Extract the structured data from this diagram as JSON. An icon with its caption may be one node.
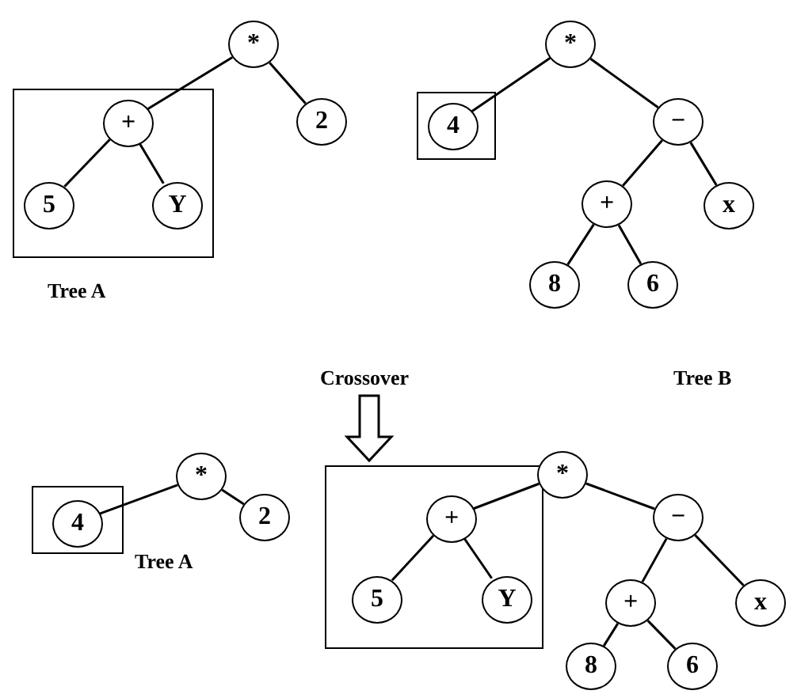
{
  "diagram": {
    "nodes": [
      {
        "text": [
          "*"
        ]
      },
      {
        "text": [],
        "shape": "box"
      },
      {
        "text": [
          "+"
        ],
        "in": 1
      },
      {
        "text": [
          "5"
        ],
        "in": 1
      },
      {
        "text": [
          "Y"
        ],
        "in": 1
      },
      {
        "text": [
          "2"
        ]
      },
      {
        "text": [
          "*"
        ]
      },
      {
        "text": [],
        "shape": "box"
      },
      {
        "text": [
          "4"
        ],
        "in": 7
      },
      {
        "text": [
          "−"
        ]
      },
      {
        "text": [
          "+"
        ]
      },
      {
        "text": [
          "x"
        ]
      },
      {
        "text": [
          "8"
        ]
      },
      {
        "text": [
          "6"
        ]
      },
      {
        "text": [
          "*"
        ]
      },
      {
        "text": [],
        "shape": "box"
      },
      {
        "text": [
          "4"
        ],
        "in": 15
      },
      {
        "text": [
          "2"
        ]
      },
      {
        "text": [
          "*"
        ]
      },
      {
        "text": [],
        "shape": "box"
      },
      {
        "text": [
          "+"
        ],
        "in": 19
      },
      {
        "text": [
          "5"
        ],
        "in": 19
      },
      {
        "text": [
          "Y"
        ],
        "in": 19
      },
      {
        "text": [
          "−"
        ]
      },
      {
        "text": [
          "+"
        ]
      },
      {
        "text": [
          "x"
        ]
      },
      {
        "text": [
          "8"
        ]
      },
      {
        "text": [
          "6"
        ]
      }
    ],
    "edges": [
      {
        "from": 0,
        "to": 2,
        "arrow": "none"
      },
      {
        "from": 0,
        "to": 5,
        "arrow": "none"
      },
      {
        "from": 2,
        "to": 3,
        "arrow": "none"
      },
      {
        "from": 2,
        "to": 4,
        "arrow": "none"
      },
      {
        "from": 6,
        "to": 8,
        "arrow": "none"
      },
      {
        "from": 6,
        "to": 9,
        "arrow": "none"
      },
      {
        "from": 9,
        "to": 10,
        "arrow": "none"
      },
      {
        "from": 9,
        "to": 11,
        "arrow": "none"
      },
      {
        "from": 10,
        "to": 12,
        "arrow": "none"
      },
      {
        "from": 10,
        "to": 13,
        "arrow": "none"
      },
      {
        "from": 14,
        "to": 16,
        "arrow": "none"
      },
      {
        "from": 14,
        "to": 17,
        "arrow": "none"
      },
      {
        "from": 18,
        "to": 20,
        "arrow": "none"
      },
      {
        "from": 18,
        "to": 23,
        "arrow": "none"
      },
      {
        "from": 20,
        "to": 21,
        "arrow": "none"
      },
      {
        "from": 20,
        "to": 22,
        "arrow": "none"
      },
      {
        "from": 23,
        "to": 24,
        "arrow": "none"
      },
      {
        "from": 23,
        "to": 25,
        "arrow": "none"
      },
      {
        "from": 24,
        "to": 26,
        "arrow": "none"
      },
      {
        "from": 24,
        "to": 27,
        "arrow": "none"
      }
    ],
    "labels": [
      "Tree A",
      "Tree B",
      "Crossover",
      "Tree A"
    ]
  }
}
